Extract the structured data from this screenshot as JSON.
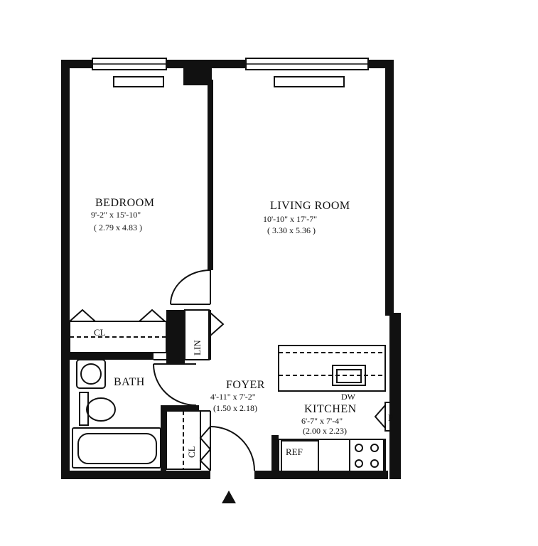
{
  "rooms": {
    "bedroom": {
      "name": "BEDROOM",
      "dims_imperial": "9'-2\" x 15'-10\"",
      "dims_metric": "( 2.79 x 4.83 )"
    },
    "living": {
      "name": "LIVING ROOM",
      "dims_imperial": "10'-10\" x 17'-7\"",
      "dims_metric": "( 3.30 x 5.36 )"
    },
    "foyer": {
      "name": "FOYER",
      "dims_imperial": "4'-11\" x 7'-2\"",
      "dims_metric": "(1.50 x 2.18)"
    },
    "kitchen": {
      "name": "KITCHEN",
      "dims_imperial": "6'-7\" x 7'-4\"",
      "dims_metric": "(2.00 x 2.23)"
    },
    "bath": {
      "name": "BATH"
    }
  },
  "fixtures": {
    "closet_bedroom": "CL",
    "closet_foyer": "CL",
    "linen": "LIN",
    "dishwasher": "DW",
    "refrigerator": "REF",
    "pantry": "P"
  },
  "colors": {
    "wall": "#111111",
    "background": "#ffffff"
  }
}
